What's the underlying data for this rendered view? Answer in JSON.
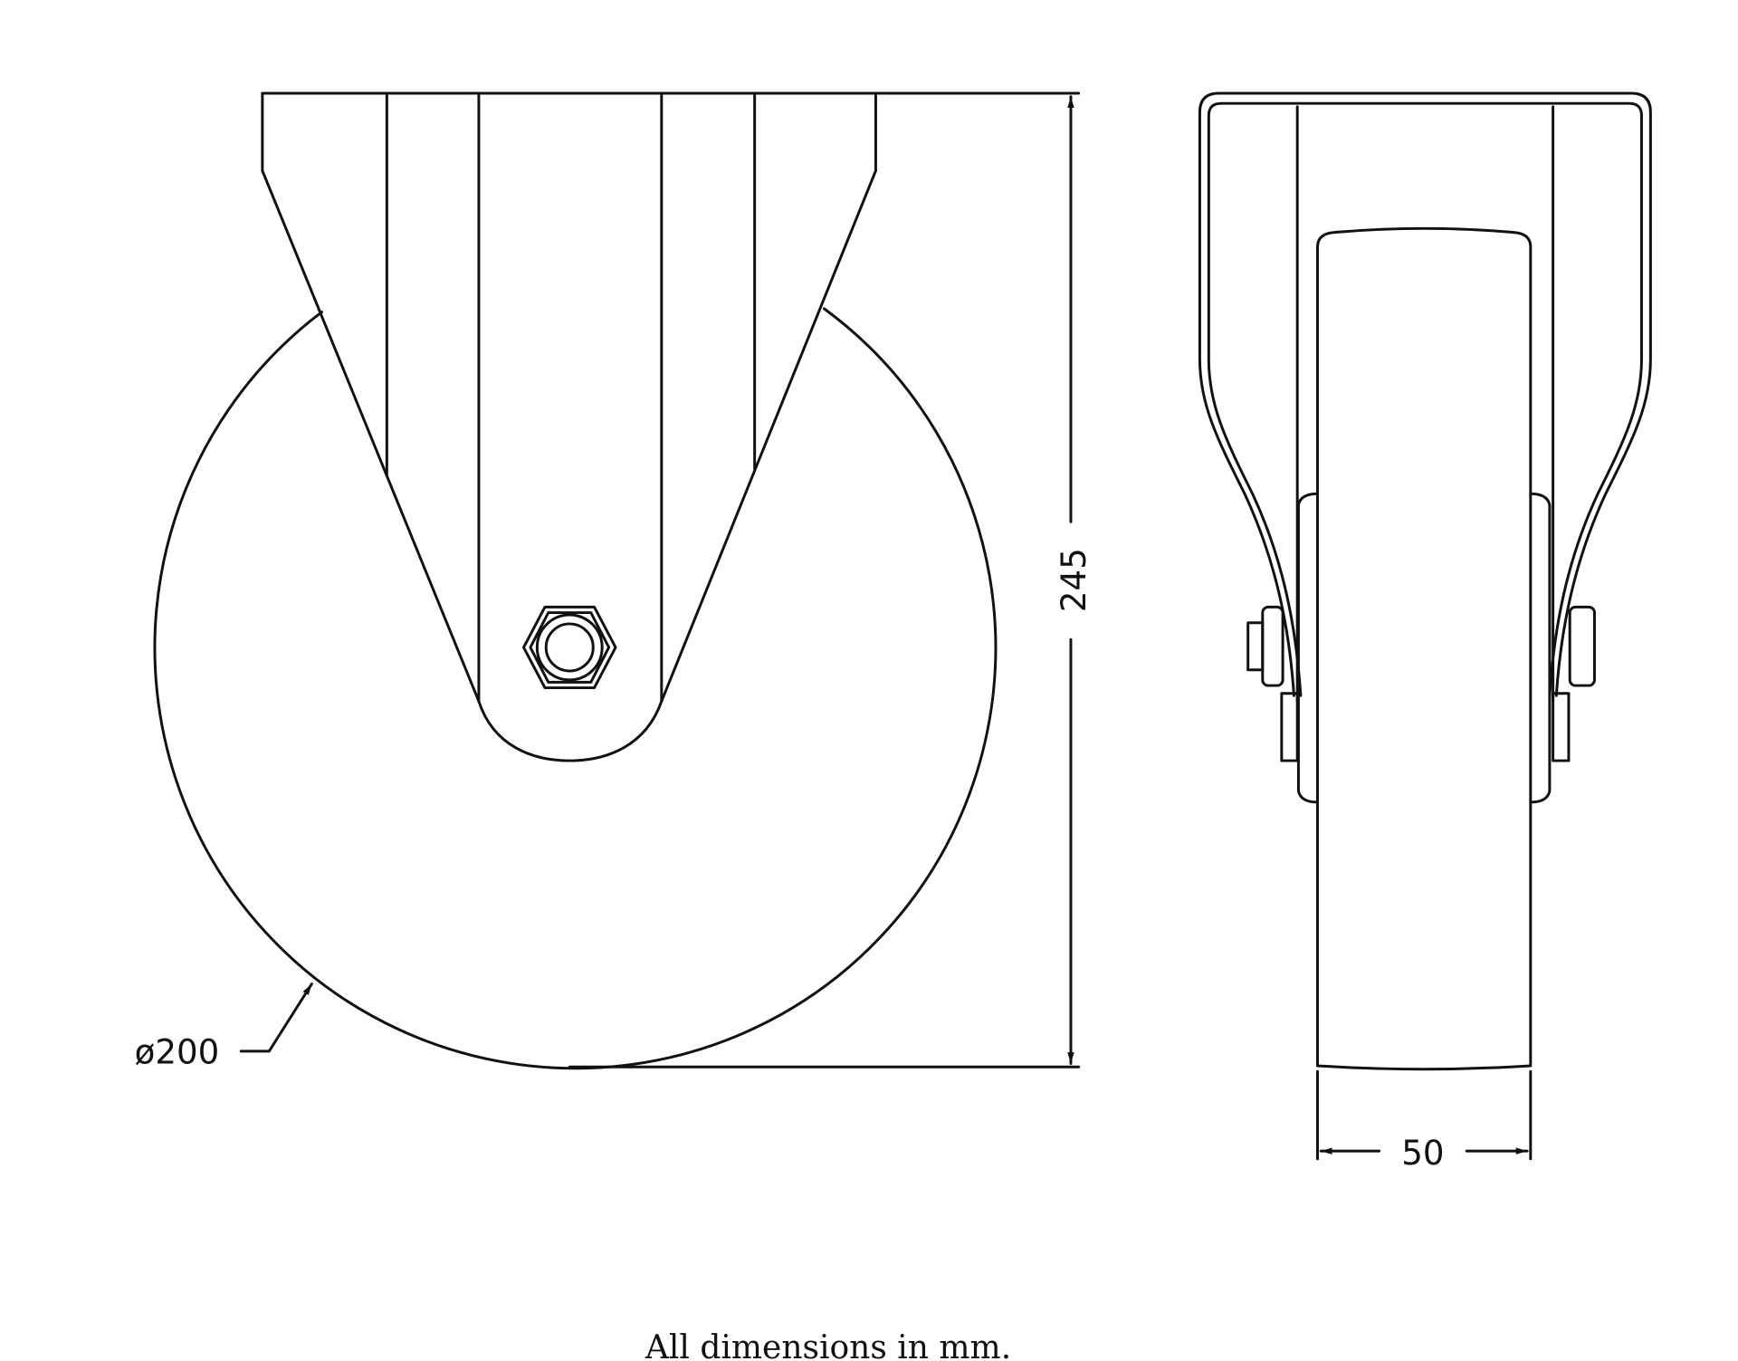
{
  "drawing": {
    "title": "Fixed castor wheel technical drawing",
    "dimensions": {
      "height": "245",
      "diameter": "ø200",
      "width": "50"
    },
    "footer_note": "All dimensions in mm.",
    "line_color": "#111111",
    "background": "#ffffff"
  }
}
